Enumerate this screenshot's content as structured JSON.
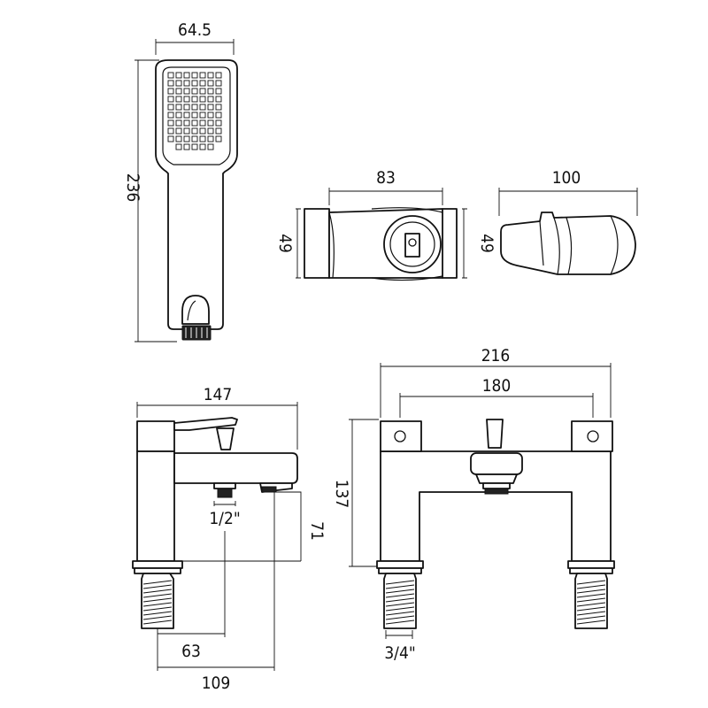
{
  "dimensions": {
    "handset_width": "64.5",
    "handset_height": "236",
    "bracket_length": "83",
    "bracket_height_left": "49",
    "bracket_height_right": "49",
    "holder_length": "100",
    "mixer_side_depth": "147",
    "spout_outlet_thread": "1/2\"",
    "spout_height": "71",
    "inlet_to_outlet": "63",
    "inlet_to_spout_end": "109",
    "overall_width": "216",
    "centres": "180",
    "overall_height": "137",
    "inlet_thread": "3/4\""
  }
}
